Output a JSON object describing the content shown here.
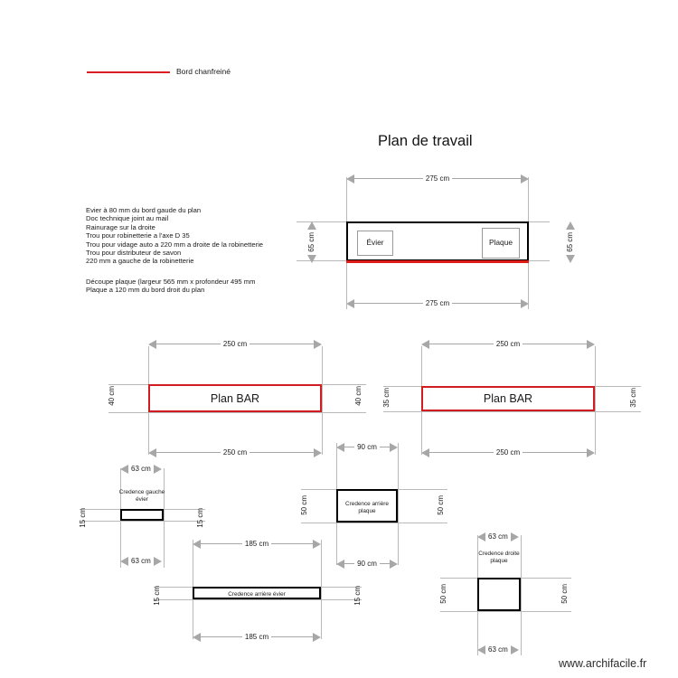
{
  "document": {
    "title": "Plan de travail",
    "watermark": "www.archifacile.fr"
  },
  "legend": {
    "line_color": "#d81f26",
    "label": "Bord chanfreiné"
  },
  "notes": {
    "group1": "Evier à 80 mm du bord gaude du plan\nDoc technique joint au mail\nRainurage sur la droite\nTrou pour robinetterie a l'axe D 35\nTrou pour vidage auto a 220 mm a droite de la robinetterie\nTrou pour distributeur de savon\n220 mm a gauche de la robinetterie",
    "group2": "Découpe plaque (largeur 565 mm x profondeur 495 mm\nPlaque a 120 mm du bord droit du plan"
  },
  "shapes": {
    "worktop": {
      "name": "Plan de travail",
      "width_label_top": "275 cm",
      "width_label_bottom": "275 cm",
      "height_label_left": "65 cm",
      "height_label_right": "65 cm",
      "edge_color": "#e01b18",
      "cutouts": [
        {
          "label": "Évier"
        },
        {
          "label": "Plaque"
        }
      ]
    },
    "plan_bar_left": {
      "label": "Plan BAR",
      "width_label_top": "250 cm",
      "width_label_bottom": "250 cm",
      "height_label_left": "40 cm",
      "height_label_right": "40 cm",
      "outline_color": "#cf1d22"
    },
    "plan_bar_right": {
      "label": "Plan BAR",
      "width_label_top": "250 cm",
      "width_label_bottom": "250 cm",
      "height_label_left": "35 cm",
      "height_label_right": "35 cm",
      "outline_color": "#cf1d22"
    },
    "credence_gauche_evier": {
      "label": "Credence gauche\névier",
      "width_label_top": "63 cm",
      "width_label_bottom": "63 cm",
      "height_label_left": "15 cm",
      "height_label_right": "15 cm"
    },
    "credence_arriere_plaque": {
      "label": "Credence arrière\nplaque",
      "width_label_top": "90 cm",
      "width_label_bottom": "90 cm",
      "height_label_left": "50 cm",
      "height_label_right": "50 cm"
    },
    "credence_arriere_evier": {
      "label": "Credence arrière évier",
      "width_label_top": "185 cm",
      "width_label_bottom": "185 cm",
      "height_label_left": "15 cm",
      "height_label_right": "15 cm"
    },
    "credence_droite_plaque": {
      "label": "Credence droite\nplaque",
      "width_label_top": "63 cm",
      "width_label_bottom": "63 cm",
      "height_label_left": "50 cm",
      "height_label_right": "50 cm"
    }
  }
}
